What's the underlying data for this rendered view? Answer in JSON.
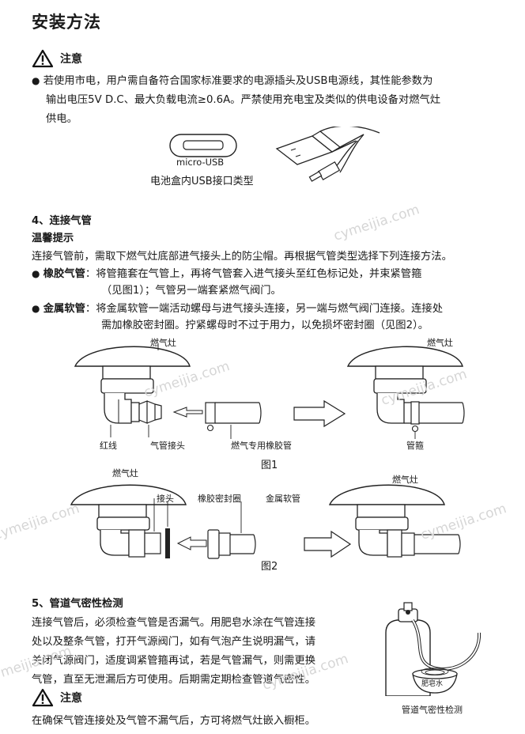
{
  "title": "安装方法",
  "notice1": {
    "label": "注意",
    "bullet": "●",
    "lines": [
      "若使用市电，用户需自备符合国家标准要求的电源插头及USB电源线，其性能参数为",
      "输出电压5V D.C、最大负载电流≥0.6A。严禁使用充电宝及类似的供电设备对燃气灶",
      "供电。"
    ]
  },
  "usb": {
    "port_label": "micro-USB",
    "caption": "电池盒内USB接口类型"
  },
  "section4": {
    "heading": "4、连接气管",
    "tip_heading": "温馨提示",
    "intro": "连接气管前，需取下燃气灶底部进气接头上的防尘帽。再根据气管类型选择下列连接方法。",
    "rubber": {
      "label": "橡胶气管",
      "colon": "：",
      "line1": "将管箍套在气管上，再将气管套入进气接头至红色标记处，并束紧管箍",
      "line2": "（见图1）；气管另一端套紧燃气阀门。"
    },
    "metal": {
      "label": "金属软管",
      "colon": "：",
      "line1": "将金属软管一端活动螺母与进气接头连接，另一端与燃气阀门连接。连接处",
      "line2": "需加橡胶密封圈。拧紧螺母时不过于用力，以免损坏密封圈（见图2）。"
    }
  },
  "fig1": {
    "stove1": "燃气灶",
    "stove2": "燃气灶",
    "red_line": "红线",
    "inlet": "气管接头",
    "hose": "燃气专用橡胶管",
    "clamp": "管箍",
    "caption": "图1"
  },
  "fig2": {
    "stove1": "燃气灶",
    "stove2": "燃气灶",
    "joint": "接头",
    "seal": "橡胶密封圈",
    "metal_hose": "金属软管",
    "caption": "图2"
  },
  "section5": {
    "heading": "5、管道气密性检测",
    "lines": [
      "连接气管后，必须检查气管是否漏气。用肥皂水涂在气管连接",
      "处以及整条气管，打开气源阀门，如有气泡产生说明漏气，请",
      "关闭气源阀门，适度调紧管箍再试，若是气管漏气，则需更换",
      "气管，直至无泄漏后方可使用。后期需定期检查管道气密性。"
    ],
    "soap_label": "肥皂水",
    "figure_caption": "管道气密性检测"
  },
  "notice2": {
    "label": "注意",
    "text": "在确保气管连接处及气管不漏气后，方可将燃气灶嵌入橱柜。"
  },
  "watermark": "cymeijia.com"
}
